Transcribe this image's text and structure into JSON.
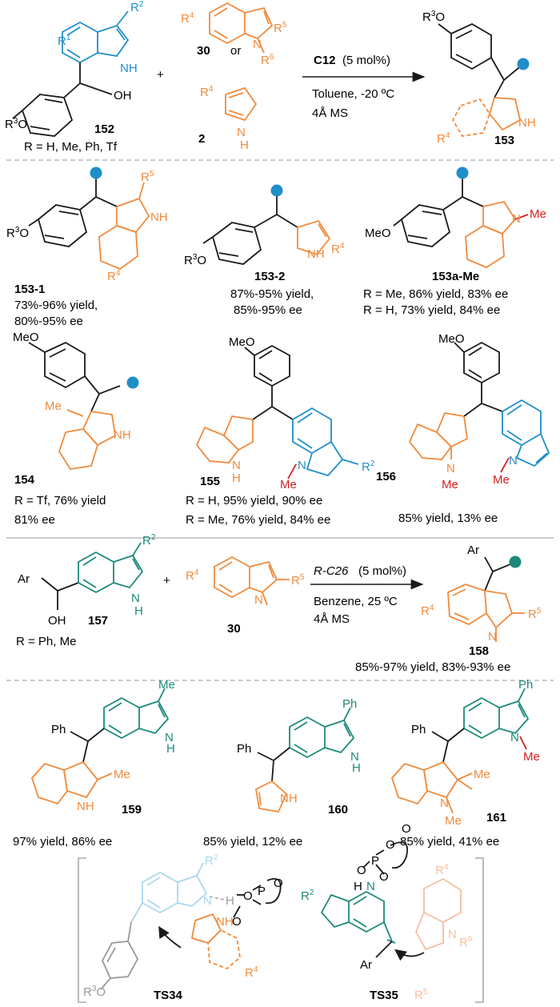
{
  "colors": {
    "blue": "#1f8fca",
    "orange": "#f08a3c",
    "teal": "#1b8a7a",
    "red": "#d42020",
    "black": "#1a1a1a",
    "gray": "#999999",
    "lightblue": "#a9d8f0",
    "lightorange": "#f6bfa0",
    "divider": "#aaaaaa"
  },
  "scheme1": {
    "reactant_label": "152",
    "r2_def": "R = H, Me, Ph, Tf",
    "plus": "+",
    "reagent_a": "30",
    "or": "or",
    "reagent_b": "2",
    "catalyst": "C12",
    "catalyst_loading": "(5 mol%)",
    "solvent": "Toluene, -20 ºC",
    "additive": "4Å MS",
    "product_label": "153"
  },
  "products1": [
    {
      "id": "153-1",
      "line1": "73%-96% yield,",
      "line2": "80%-95% ee"
    },
    {
      "id": "153-2",
      "line1": "87%-95% yield,",
      "line2": "85%-95% ee"
    },
    {
      "id": "153a-Me",
      "line1": "R = Me, 86% yield, 83% ee",
      "line2": "R = H, 73% yield, 84% ee"
    },
    {
      "id": "154",
      "line1": "R = Tf, 76% yield",
      "line2": "81% ee"
    },
    {
      "id": "155",
      "line1": "R = H, 95% yield, 90% ee",
      "line2": "R = Me, 76% yield, 84% ee"
    },
    {
      "id": "156",
      "line1": "85% yield, 13% ee",
      "line2": ""
    }
  ],
  "scheme2": {
    "reactant_label": "157",
    "r2_def": "R = Ph, Me",
    "plus": "+",
    "reagent": "30",
    "catalyst": "R-C26",
    "catalyst_loading": "(5 mol%)",
    "solvent": "Benzene, 25 ºC",
    "additive": "4Å MS",
    "product_label": "158",
    "product_result": "85%-97% yield, 83%-93% ee"
  },
  "products2": [
    {
      "id": "159",
      "result": "97% yield, 86% ee"
    },
    {
      "id": "160",
      "result": "85% yield, 12% ee"
    },
    {
      "id": "161",
      "result": "85% yield, 41% ee"
    }
  ],
  "ts": [
    {
      "id": "TS34"
    },
    {
      "id": "TS35"
    }
  ]
}
